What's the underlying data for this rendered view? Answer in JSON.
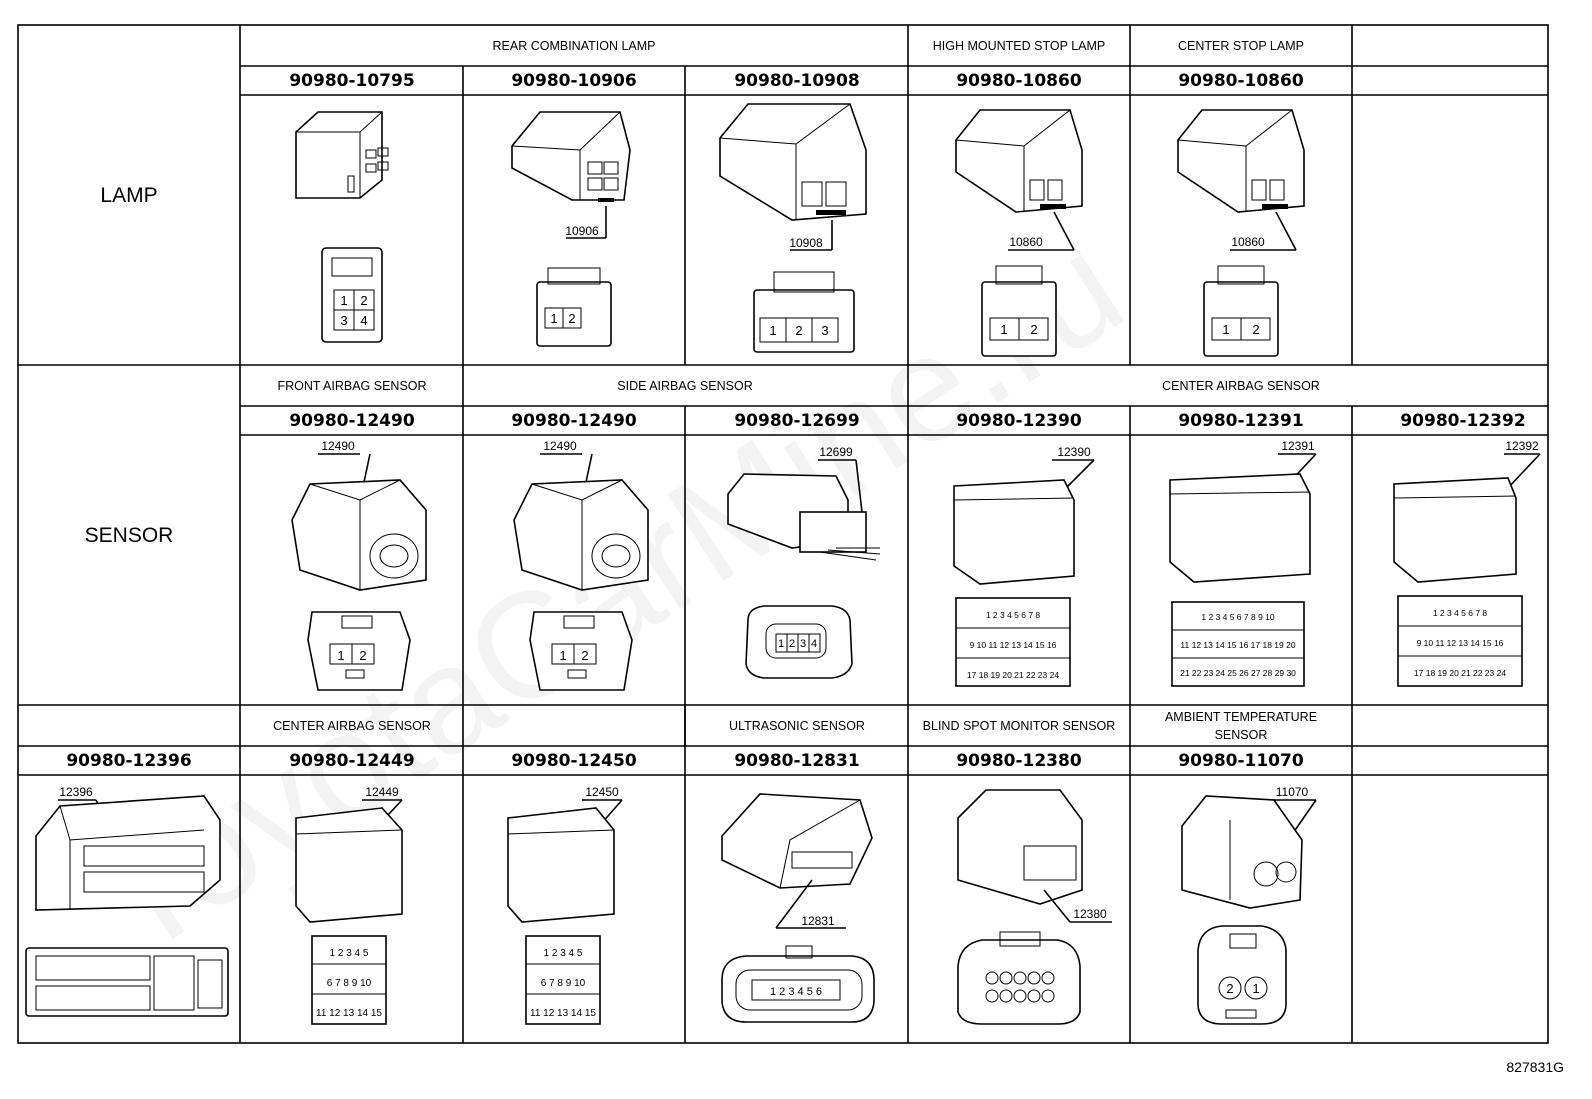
{
  "watermark": "ToyotaCarMine.ru",
  "figure_id": "827831G",
  "rows": [
    {
      "category": "LAMP",
      "groups": [
        "REAR COMBINATION LAMP",
        "HIGH MOUNTED STOP LAMP",
        "CENTER STOP LAMP"
      ],
      "parts": [
        "90980-10795",
        "90980-10906",
        "90980-10908",
        "90980-10860",
        "90980-10860"
      ],
      "codes": [
        "10906",
        "10908",
        "10860",
        "10860"
      ]
    },
    {
      "category": "SENSOR",
      "groups": [
        "FRONT AIRBAG SENSOR",
        "SIDE AIRBAG SENSOR",
        "CENTER AIRBAG SENSOR"
      ],
      "parts": [
        "90980-12490",
        "90980-12490",
        "90980-12699",
        "90980-12390",
        "90980-12391",
        "90980-12392"
      ],
      "codes": [
        "12490",
        "12490",
        "12699",
        "12390",
        "12391",
        "12392"
      ]
    },
    {
      "groups": [
        "CENTER AIRBAG SENSOR",
        "ULTRASONIC SENSOR",
        "BLIND SPOT MONITOR SENSOR",
        "AMBIENT TEMPERATURE",
        "SENSOR"
      ],
      "parts": [
        "90980-12396",
        "90980-12449",
        "90980-12450",
        "90980-12831",
        "90980-12380",
        "90980-11070"
      ],
      "codes": [
        "12396",
        "12449",
        "12450",
        "12831",
        "12380",
        "11070"
      ]
    }
  ]
}
